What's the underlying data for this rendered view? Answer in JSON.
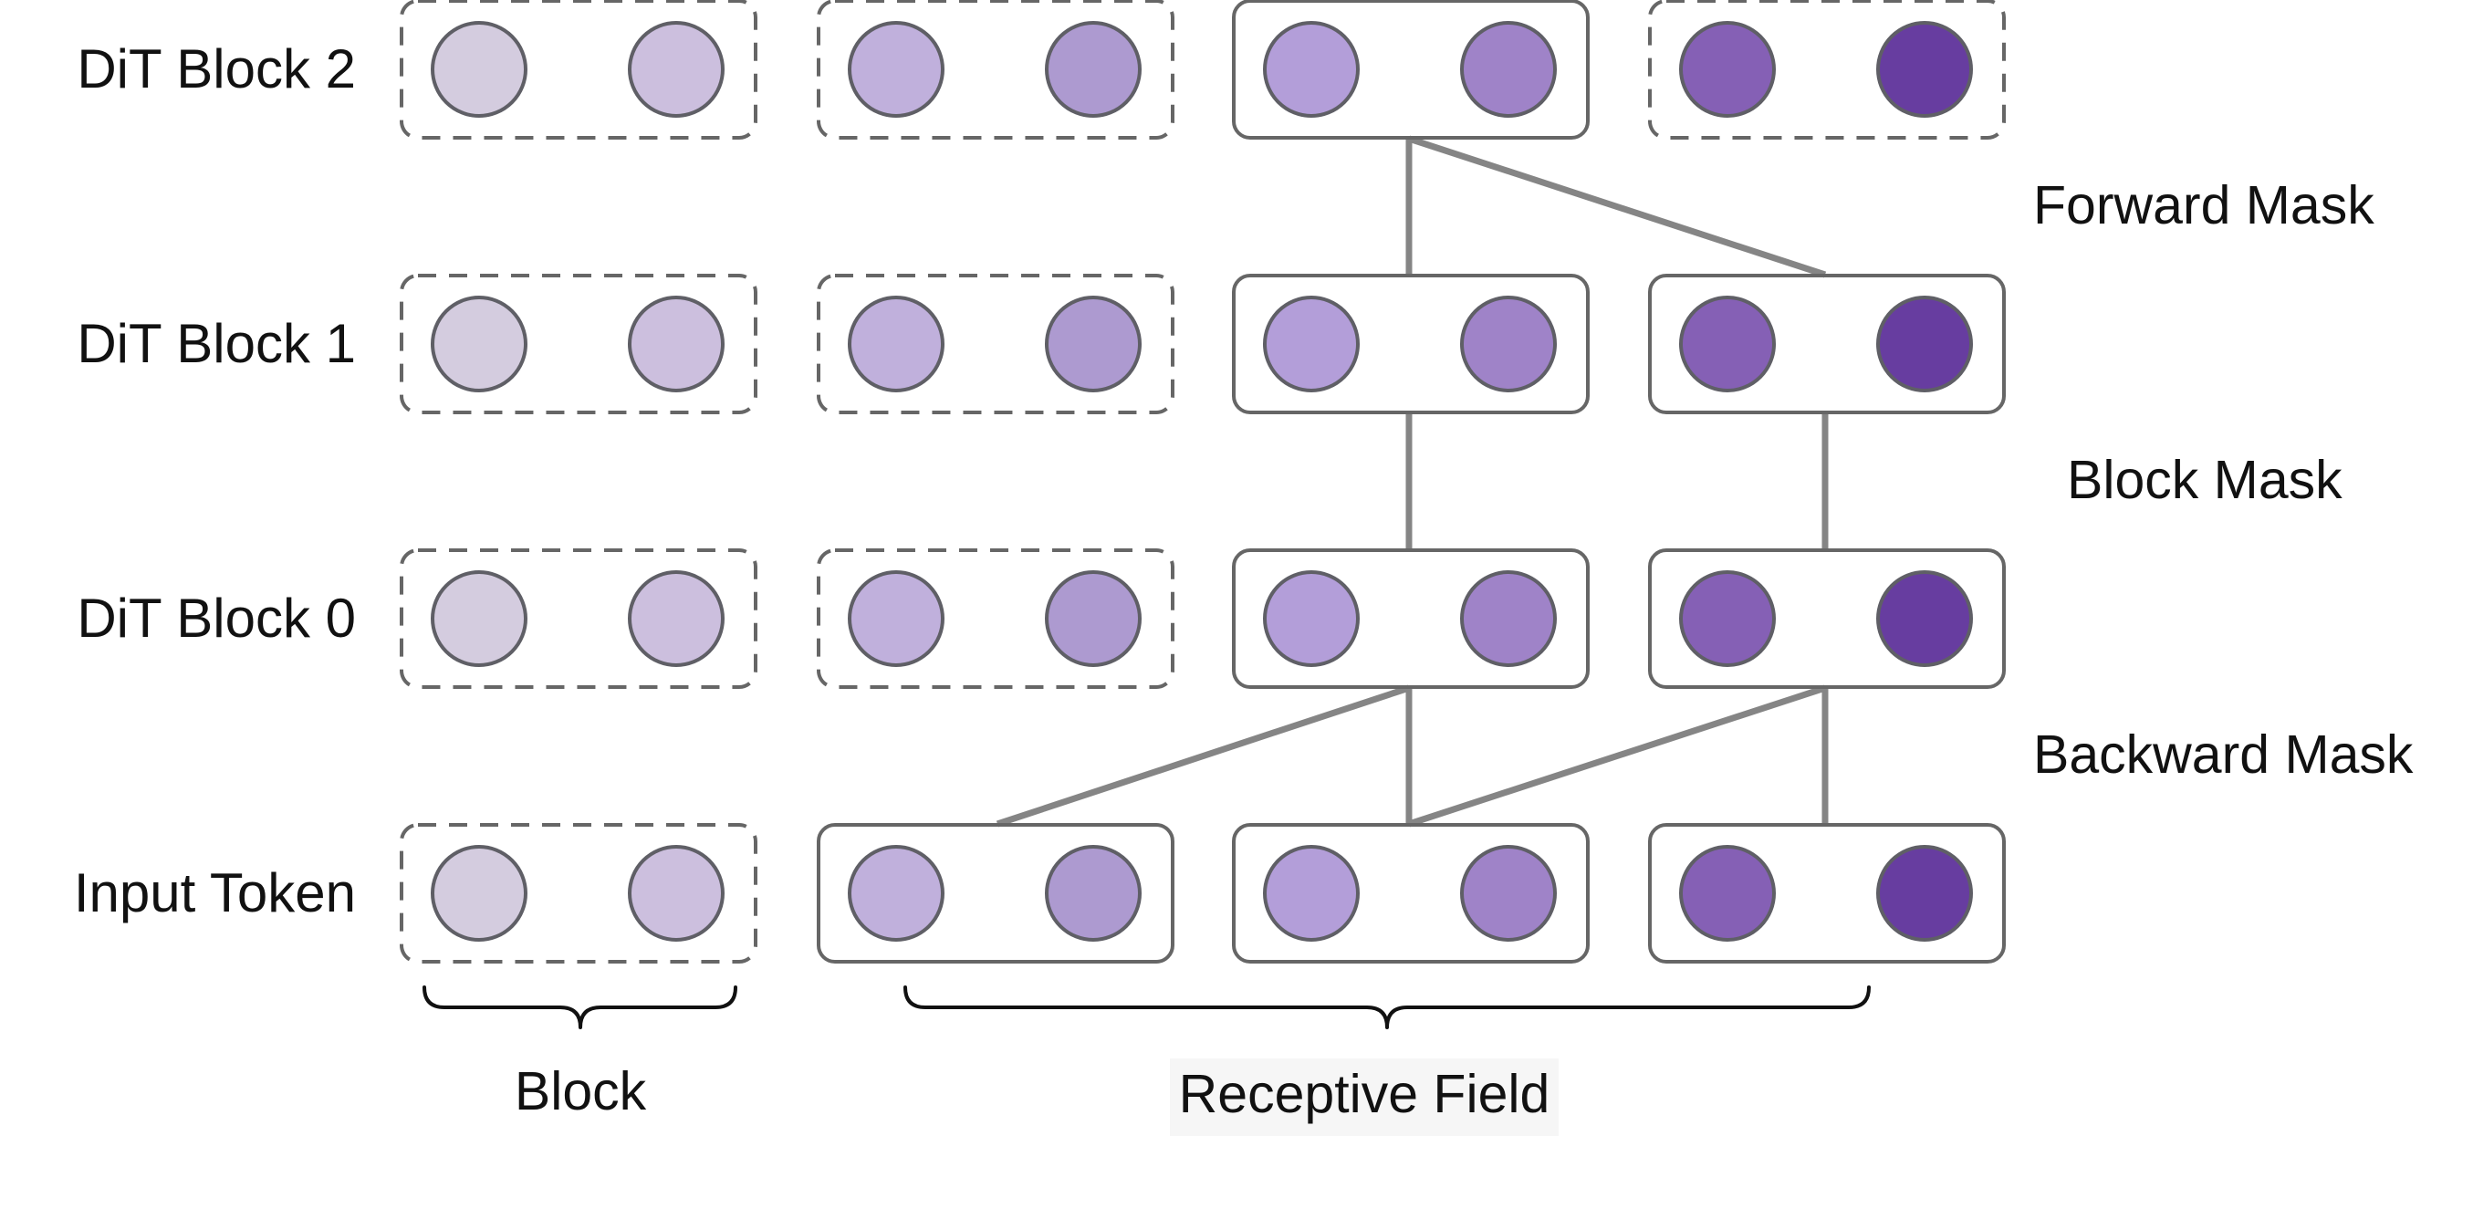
{
  "rows": [
    {
      "label": "DiT Block 2",
      "groups": [
        "dashed",
        "dashed",
        "solid",
        "dashed"
      ]
    },
    {
      "label": "DiT Block 1",
      "groups": [
        "dashed",
        "dashed",
        "solid",
        "solid"
      ]
    },
    {
      "label": "DiT Block 0",
      "groups": [
        "dashed",
        "dashed",
        "solid",
        "solid"
      ]
    },
    {
      "label": "Input Token",
      "groups": [
        "dashed",
        "solid",
        "solid",
        "solid"
      ]
    }
  ],
  "token_colors": [
    "#d4ccdf",
    "#ccbfde",
    "#c0b0dc",
    "#ad9ad0",
    "#b39ed9",
    "#9f83c8",
    "#8560b5",
    "#673da0"
  ],
  "mask_labels": {
    "forward": "Forward Mask",
    "block": "Block Mask",
    "backward": "Backward Mask"
  },
  "brace_labels": {
    "block": "Block",
    "receptive_field": "Receptive Field"
  }
}
